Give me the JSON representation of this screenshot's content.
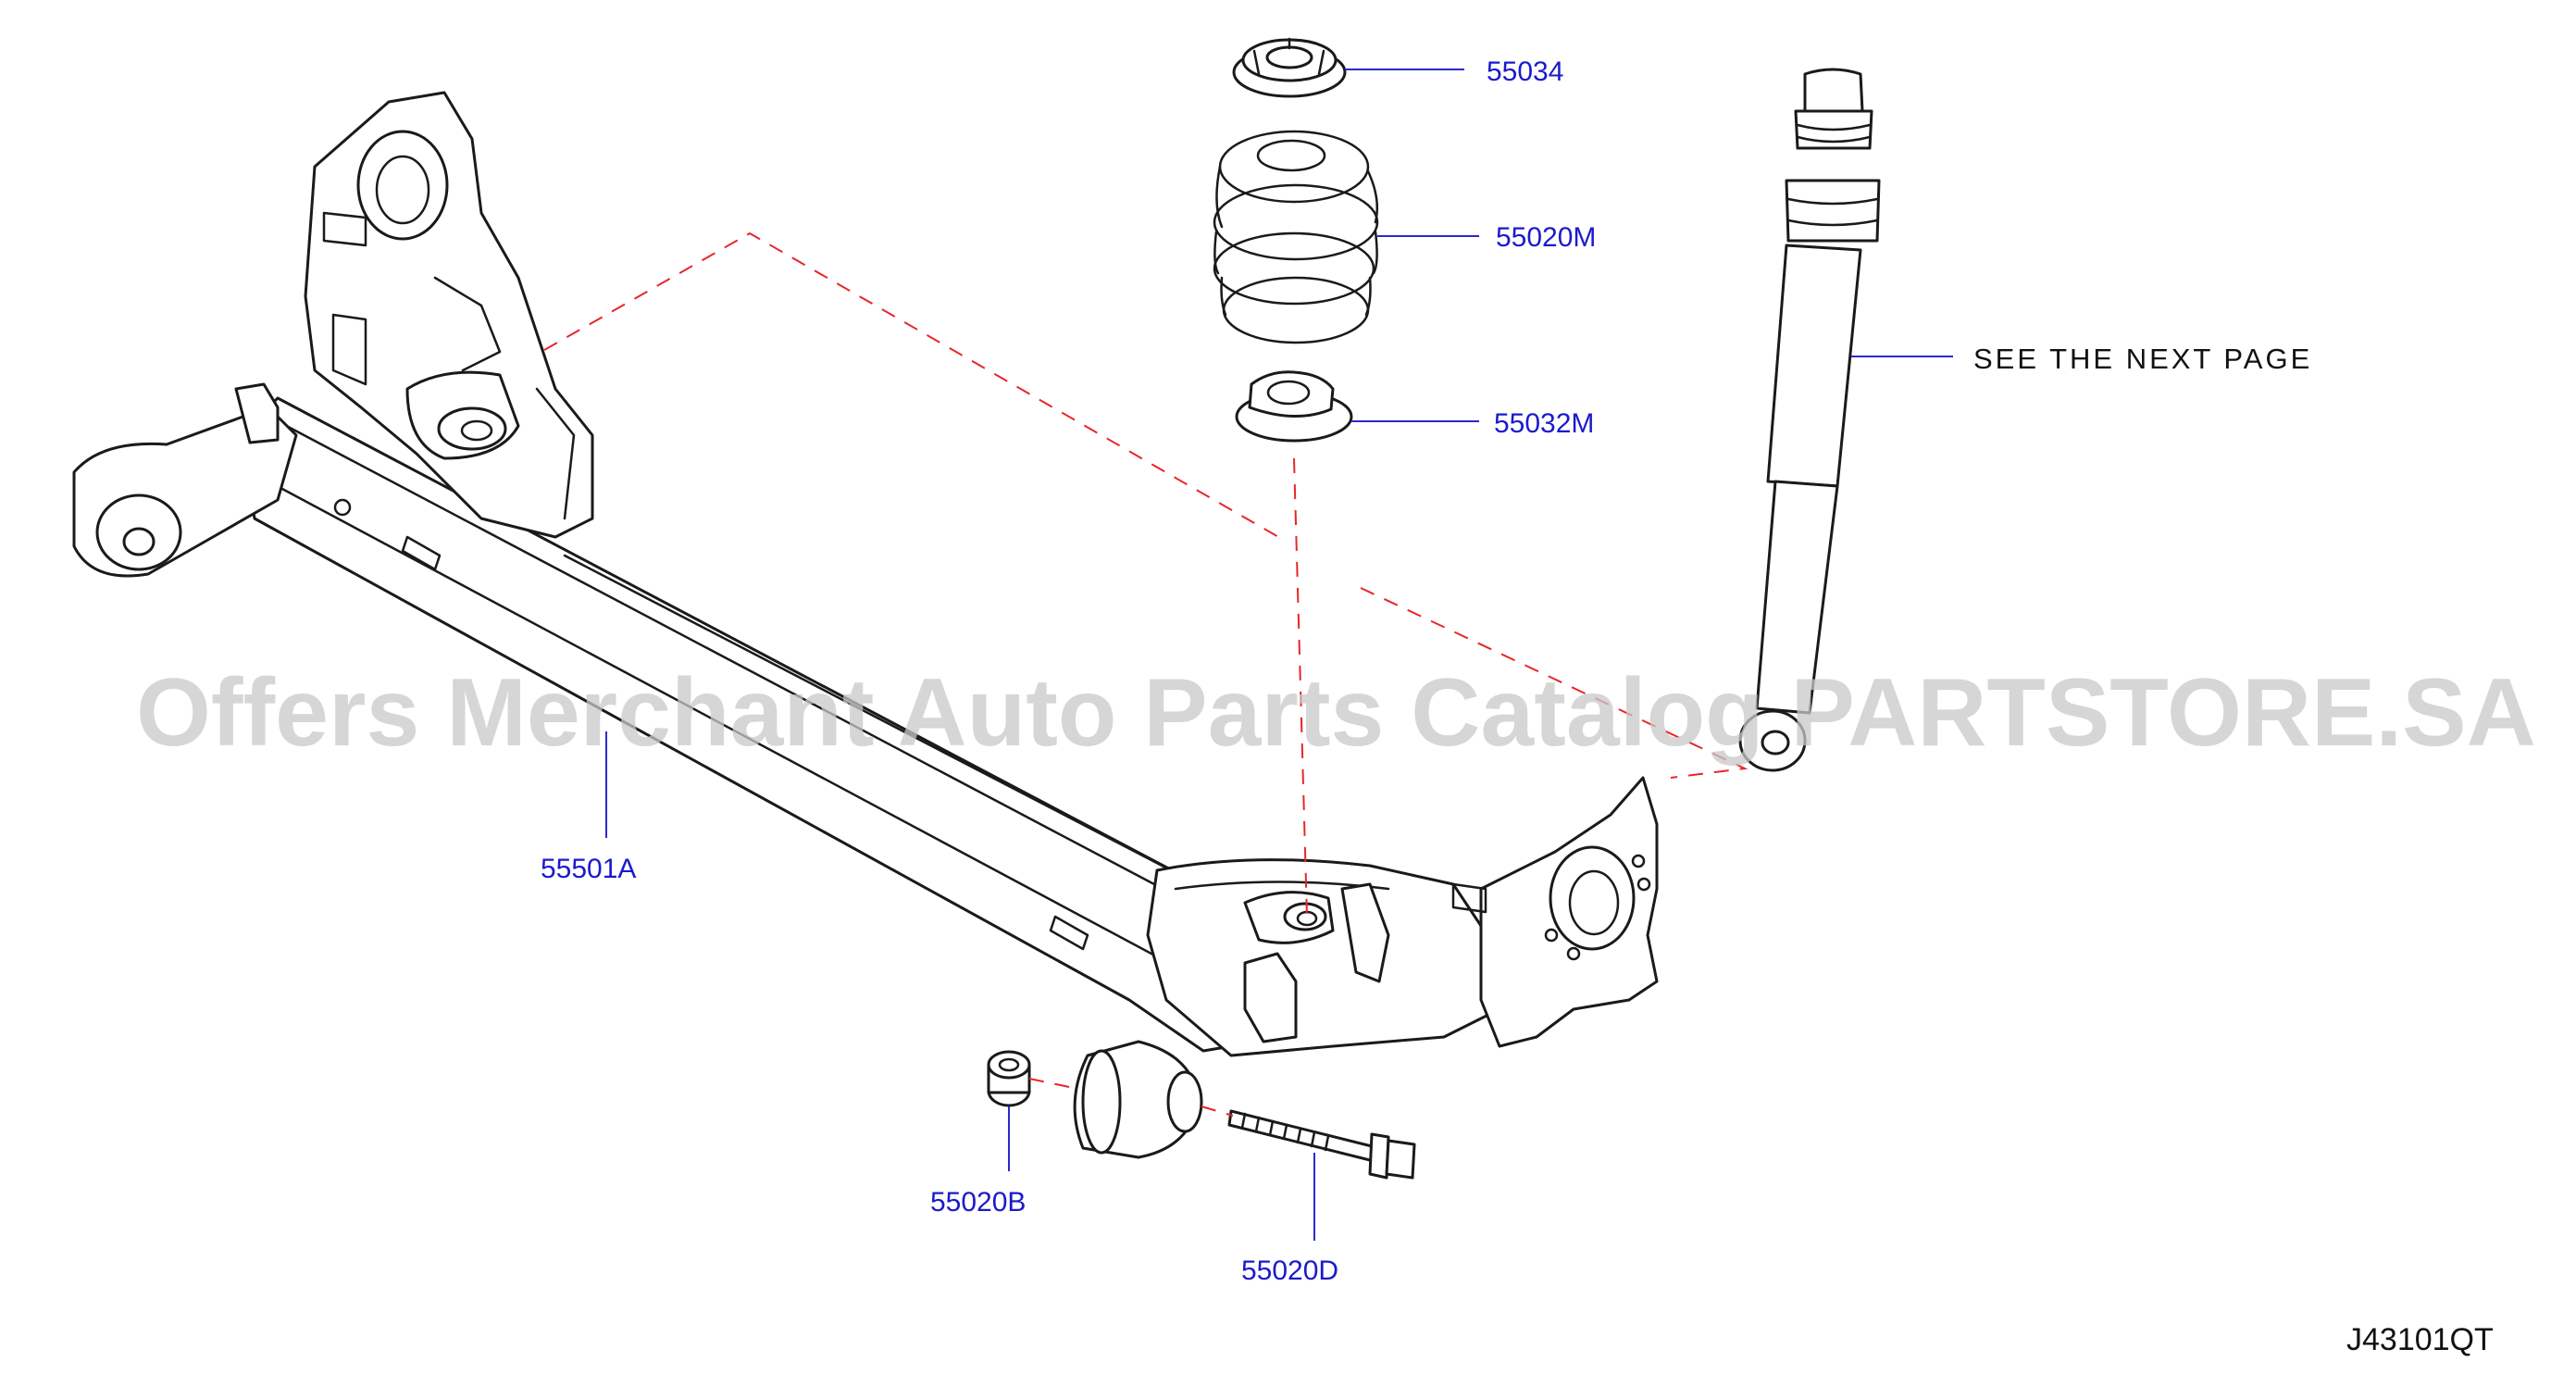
{
  "parts": {
    "p55034": "55034",
    "p55020M": "55020M",
    "p55032M": "55032M",
    "p55501A": "55501A",
    "p55020B": "55020B",
    "p55020D": "55020D"
  },
  "note": "SEE THE NEXT PAGE",
  "diagram_code": "J43101QT",
  "watermark": "Offers Merchant Auto Parts Catalog PARTSTORE.SA",
  "colors": {
    "label": "#1a1acc",
    "leader": "#2a2acc",
    "dash_line": "#e8262a",
    "outline": "#1a1a1a"
  }
}
